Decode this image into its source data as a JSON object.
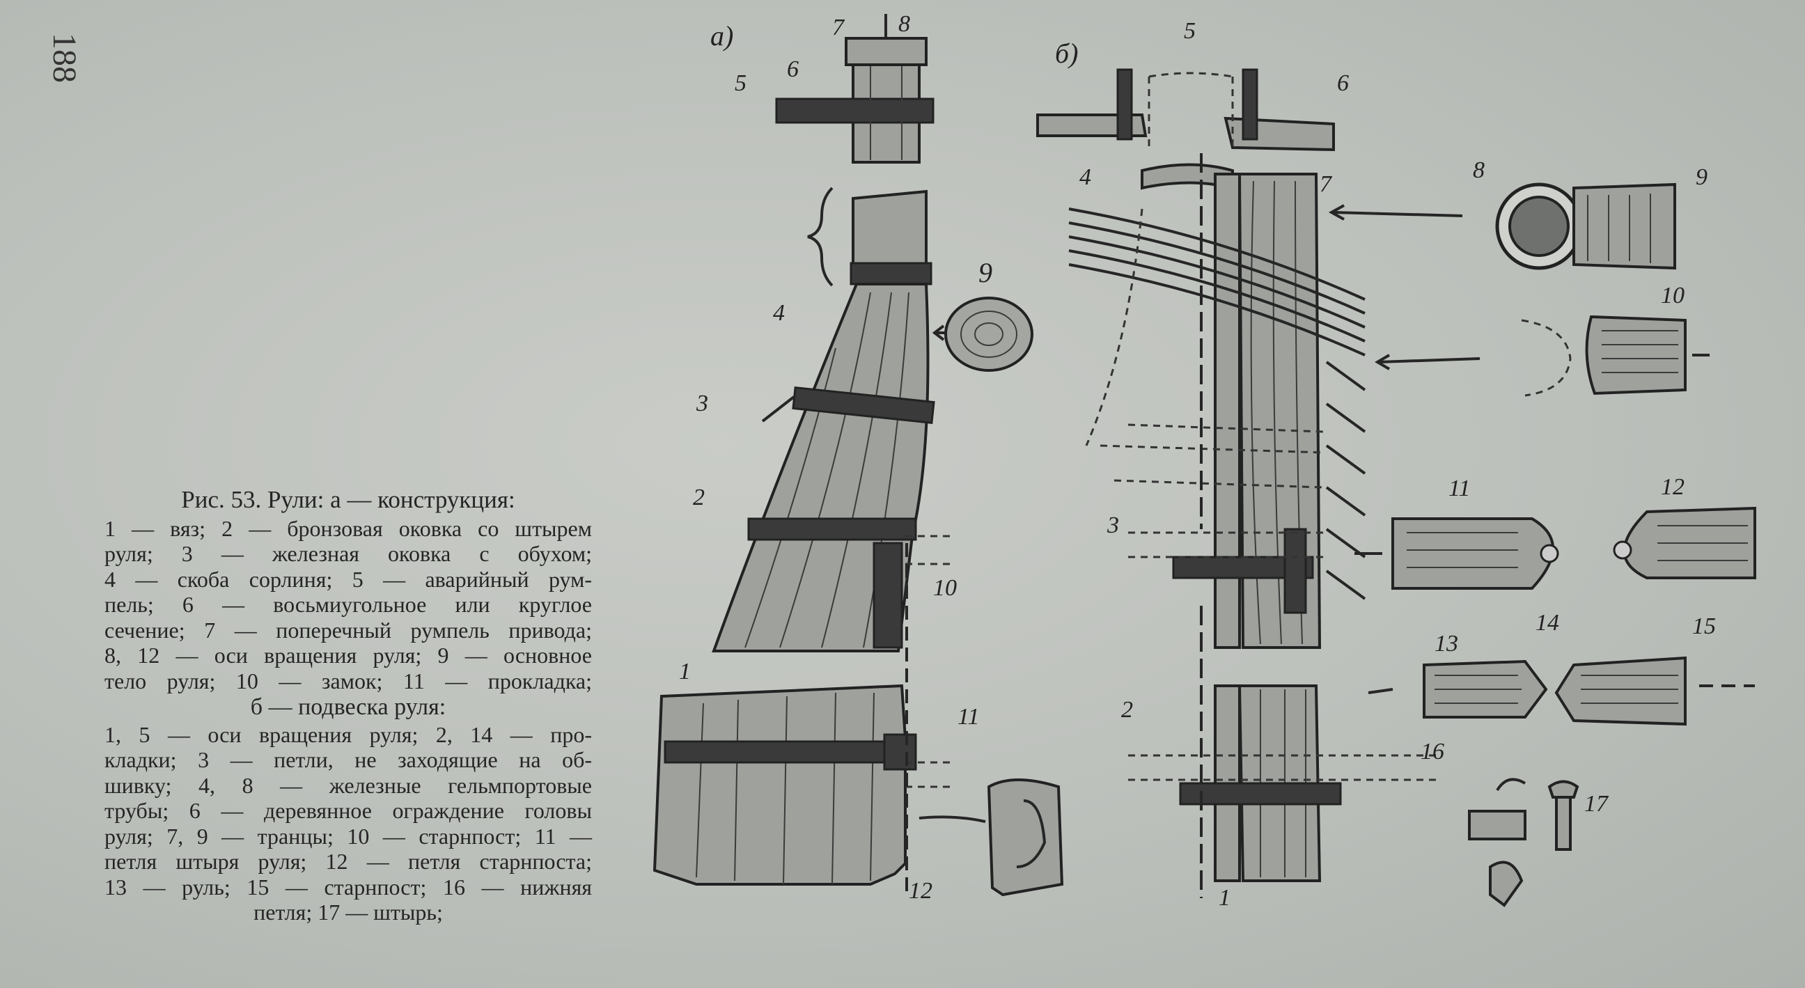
{
  "page": {
    "number": "188"
  },
  "caption": {
    "title": "Рис. 53. Рули: а — конструкция:",
    "lines_a": [
      "1 — вяз; 2 — бронзовая оковка со штырем",
      "руля; 3 — железная оковка с обухом;",
      "4 — скоба сорлиня; 5 — аварийный рум-",
      "пель; 6 — восьмиугольное или круглое",
      "сечение; 7 — поперечный румпель привода;",
      "8, 12 — оси вращения руля; 9 — основное",
      "тело руля; 10 — замок; 11 — прокладка;"
    ],
    "subtitle": "б — подвеска руля:",
    "lines_b": [
      "1, 5 — оси вращения руля; 2, 14 — про-",
      "кладки; 3 — петли, не заходящие на об-",
      "шивку; 4, 8 — железные гельмпортовые",
      "трубы; 6 — деревянное ограждение головы",
      "руля; 7, 9 — транцы; 10 — старнпост; 11 —",
      "петля штыря руля; 12 — петля старнпоста;",
      "13 — руль; 15 — старнпост; 16 — нижняя"
    ],
    "last_line": "петля; 17 — штырь;"
  },
  "figure": {
    "panel_a": "а)",
    "panel_b": "б)",
    "labels_a": {
      "l1": "1",
      "l2": "2",
      "l3": "3",
      "l4": "4",
      "l5": "5",
      "l6": "6",
      "l7": "7",
      "l8": "8",
      "l9": "9",
      "l10": "10",
      "l11": "11",
      "l12": "12"
    },
    "labels_b": {
      "l1": "1",
      "l2": "2",
      "l3": "3",
      "l4": "4",
      "l5": "5",
      "l6": "6",
      "l7": "7",
      "l8": "8",
      "l9": "9",
      "l10": "10",
      "l11": "11",
      "l12": "12",
      "l13": "13",
      "l14": "14",
      "l15": "15",
      "l16": "16",
      "l17": "17"
    }
  }
}
